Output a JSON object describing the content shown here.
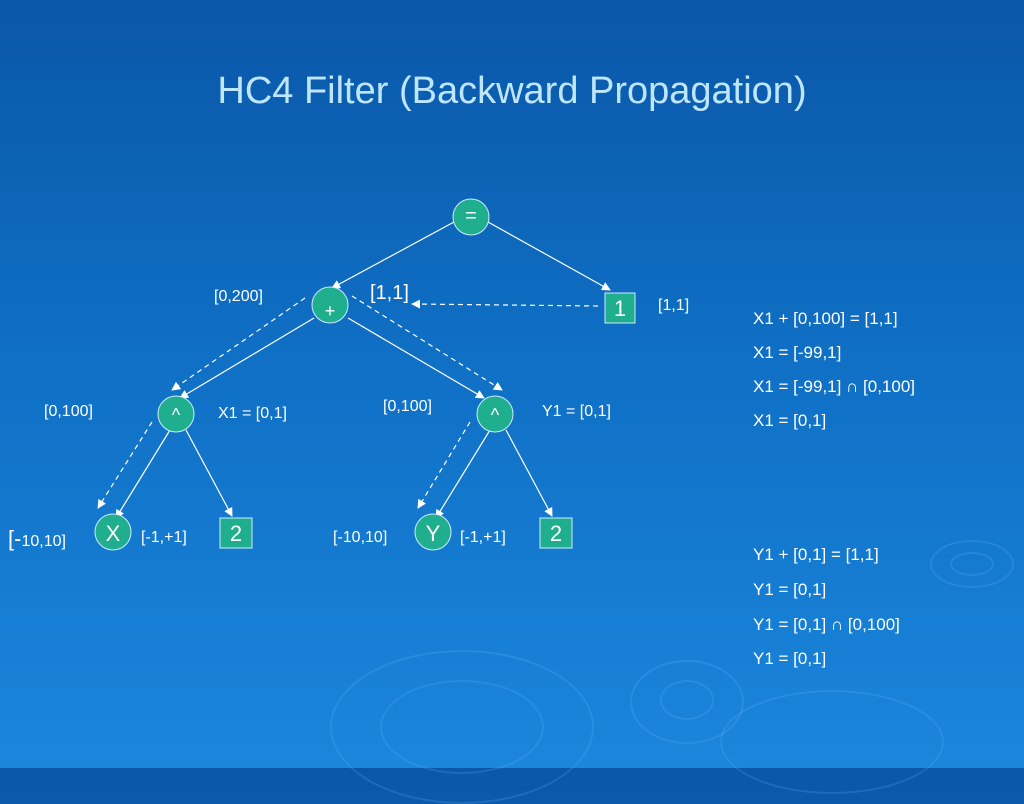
{
  "title": "HC4 Filter (Backward Propagation)",
  "colors": {
    "node_fill": "#1fae8e",
    "node_border": "#cfe9ff",
    "edge": "#ffffff",
    "title": "#bfe6ff"
  },
  "nodes": {
    "eq": "=",
    "plus": "+",
    "one": "1",
    "pow_left": "^",
    "pow_right": "^",
    "x": "X",
    "two_left": "2",
    "y": "Y",
    "two_right": "2"
  },
  "labels": {
    "plus_range": "[0,200]",
    "plus_new": "[1,1]",
    "one_range": "[1,1]",
    "pow_left_range": "[0,100]",
    "pow_left_new": "X1 = [0,1]",
    "pow_right_range": "[0,100]",
    "pow_right_new": "Y1 = [0,1]",
    "x_range_bracket": "[-",
    "x_range_rest": "10,10]",
    "two_left_range": "[-1,+1]",
    "y_range": "[-10,10]",
    "two_right_range": "[-1,+1]"
  },
  "equations": {
    "x": [
      "X1 + [0,100] = [1,1]",
      "X1 = [-99,1]",
      "X1 = [-99,1] ∩ [0,100]",
      "X1 = [0,1]"
    ],
    "y": [
      "Y1 + [0,1] = [1,1]",
      "Y1 = [0,1]",
      "Y1 = [0,1] ∩ [0,100]",
      "Y1 = [0,1]"
    ]
  }
}
